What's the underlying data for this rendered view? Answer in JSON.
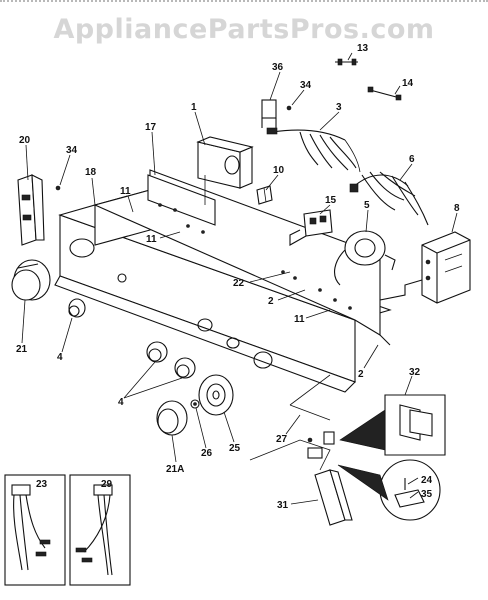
{
  "watermark": "AppliancePartsPros.com",
  "callouts": {
    "c13": "13",
    "c14": "14",
    "c36": "36",
    "c34a": "34",
    "c1": "1",
    "c3": "3",
    "c17": "17",
    "c20": "20",
    "c34b": "34",
    "c18": "18",
    "c10": "10",
    "c6": "6",
    "c11a": "11",
    "c11b": "11",
    "c15": "15",
    "c5": "5",
    "c8": "8",
    "c22": "22",
    "c2a": "2",
    "c11c": "11",
    "c21": "21",
    "c4a": "4",
    "c4b": "4",
    "c2b": "2",
    "c32": "32",
    "c27": "27",
    "c25": "25",
    "c26": "26",
    "c21A": "21A",
    "c24": "24",
    "c35": "35",
    "c31": "31",
    "c23": "23",
    "c29": "29"
  }
}
